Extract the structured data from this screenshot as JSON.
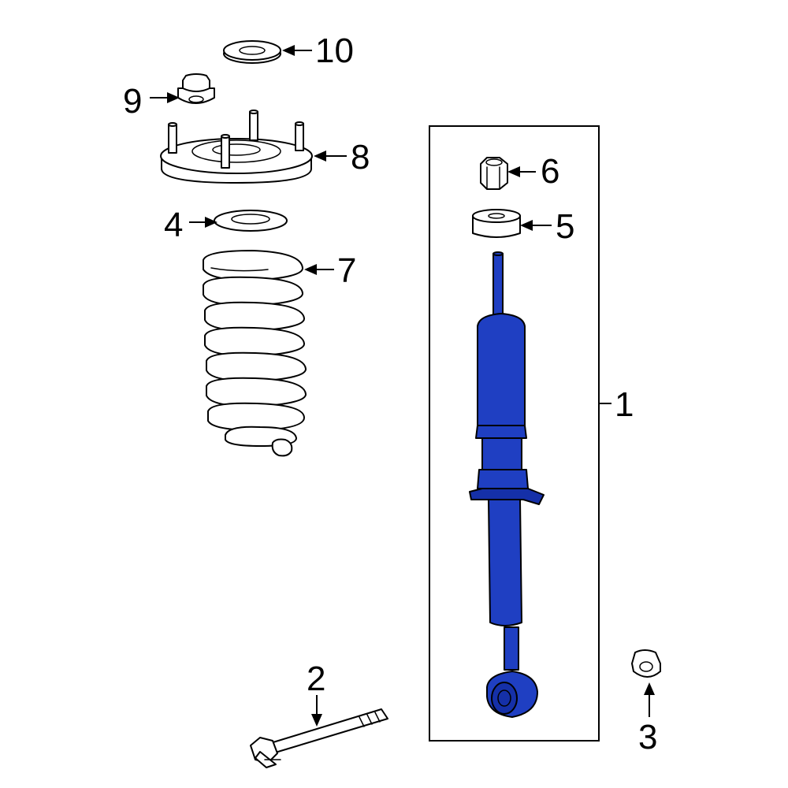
{
  "diagram": {
    "accent_color": "#1f3fc2",
    "highlighted_part": "1",
    "callouts": [
      {
        "id": "c1",
        "label": "1"
      },
      {
        "id": "c2",
        "label": "2"
      },
      {
        "id": "c3",
        "label": "3"
      },
      {
        "id": "c4",
        "label": "4"
      },
      {
        "id": "c5",
        "label": "5"
      },
      {
        "id": "c6",
        "label": "6"
      },
      {
        "id": "c7",
        "label": "7"
      },
      {
        "id": "c8",
        "label": "8"
      },
      {
        "id": "c9",
        "label": "9"
      },
      {
        "id": "c10",
        "label": "10"
      }
    ]
  }
}
